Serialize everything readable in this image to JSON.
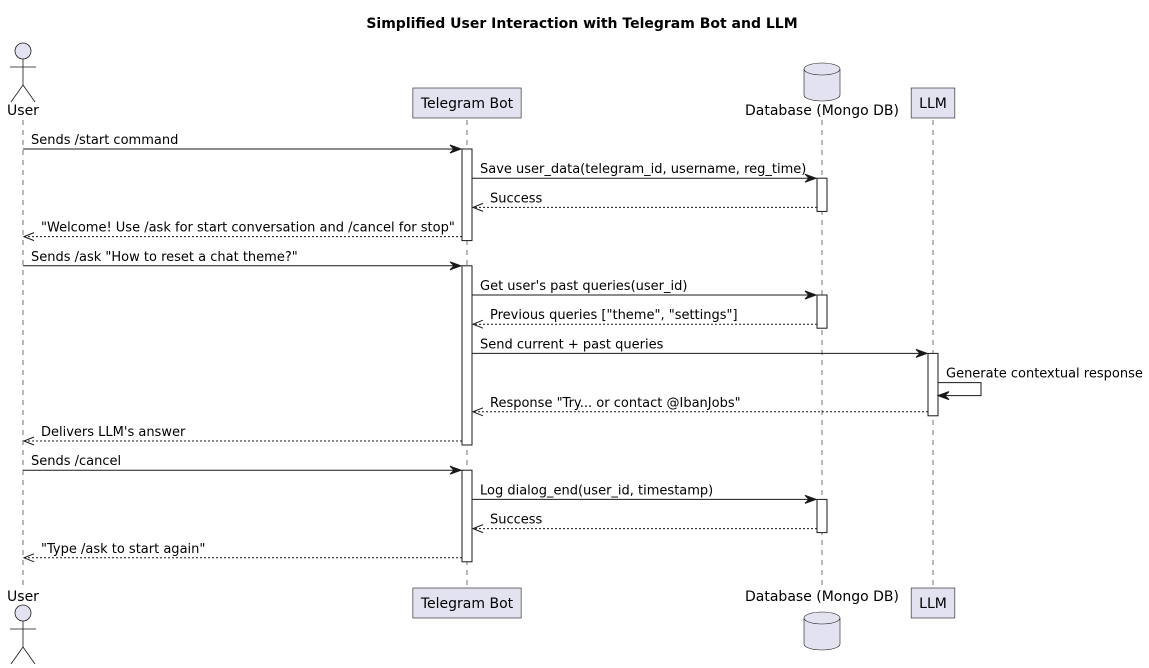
{
  "title": "Simplified User Interaction with Telegram Bot and LLM",
  "colors": {
    "participant_fill": "#e2e2f0",
    "stroke": "#181818",
    "activation_fill": "#ffffff"
  },
  "participants": [
    {
      "id": "user",
      "label": "User",
      "kind": "actor"
    },
    {
      "id": "bot",
      "label": "Telegram Bot",
      "kind": "participant"
    },
    {
      "id": "db",
      "label": "Database (Mongo DB)",
      "kind": "database"
    },
    {
      "id": "llm",
      "label": "LLM",
      "kind": "participant"
    }
  ],
  "messages": [
    {
      "from": "user",
      "to": "bot",
      "text": "Sends /start command",
      "style": "solid"
    },
    {
      "from": "bot",
      "to": "db",
      "text": "Save user_data(telegram_id, username, reg_time)",
      "style": "solid"
    },
    {
      "from": "db",
      "to": "bot",
      "text": "Success",
      "style": "dashed"
    },
    {
      "from": "bot",
      "to": "user",
      "text": "\"Welcome! Use /ask for start conversation and /cancel for stop\"",
      "style": "dashed"
    },
    {
      "from": "user",
      "to": "bot",
      "text": "Sends /ask \"How to reset a chat theme?\"",
      "style": "solid"
    },
    {
      "from": "bot",
      "to": "db",
      "text": "Get user's past queries(user_id)",
      "style": "solid"
    },
    {
      "from": "db",
      "to": "bot",
      "text": "Previous queries [\"theme\", \"settings\"]",
      "style": "dashed"
    },
    {
      "from": "bot",
      "to": "llm",
      "text": "Send current + past queries",
      "style": "solid"
    },
    {
      "from": "llm",
      "to": "llm",
      "text": "Generate contextual response",
      "style": "solid"
    },
    {
      "from": "llm",
      "to": "bot",
      "text": "Response \"Try... or contact @IbanJobs\"",
      "style": "dashed"
    },
    {
      "from": "bot",
      "to": "user",
      "text": "Delivers LLM's answer",
      "style": "dashed"
    },
    {
      "from": "user",
      "to": "bot",
      "text": "Sends /cancel",
      "style": "solid"
    },
    {
      "from": "bot",
      "to": "db",
      "text": "Log dialog_end(user_id, timestamp)",
      "style": "solid"
    },
    {
      "from": "db",
      "to": "bot",
      "text": "Success",
      "style": "dashed"
    },
    {
      "from": "bot",
      "to": "user",
      "text": "\"Type /ask to start again\"",
      "style": "dashed"
    }
  ],
  "activations": [
    {
      "participant": "bot",
      "from_message": 0,
      "to_message": 3
    },
    {
      "participant": "db",
      "from_message": 1,
      "to_message": 2
    },
    {
      "participant": "bot",
      "from_message": 4,
      "to_message": 10
    },
    {
      "participant": "db",
      "from_message": 5,
      "to_message": 6
    },
    {
      "participant": "llm",
      "from_message": 7,
      "to_message": 9
    },
    {
      "participant": "bot",
      "from_message": 11,
      "to_message": 14
    },
    {
      "participant": "db",
      "from_message": 12,
      "to_message": 13
    }
  ]
}
